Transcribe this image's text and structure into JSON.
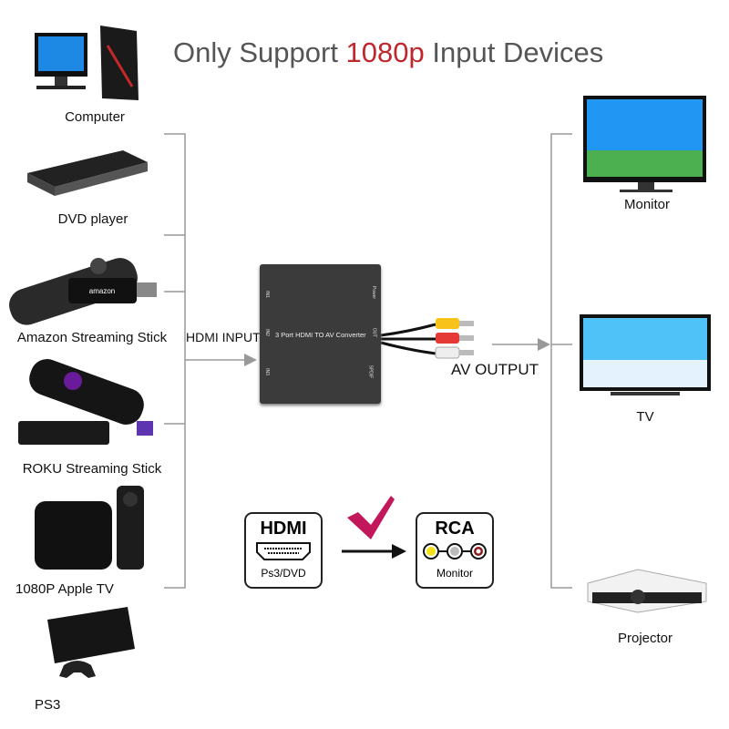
{
  "title": {
    "prefix": "Only Support ",
    "highlight": "1080p",
    "suffix": " Input Devices"
  },
  "colors": {
    "highlight": "#c0272d",
    "bracket": "#999999",
    "box": "#3b3b3b"
  },
  "inputs": [
    {
      "label": "Computer",
      "icon": "computer-icon"
    },
    {
      "label": "DVD player",
      "icon": "dvd-player-icon"
    },
    {
      "label": "Amazon Streaming Stick",
      "icon": "amazon-stick-icon"
    },
    {
      "label": "ROKU Streaming Stick",
      "icon": "roku-stick-icon"
    },
    {
      "label": "1080P Apple TV",
      "icon": "apple-tv-icon"
    },
    {
      "label": "PS3",
      "icon": "ps3-icon"
    }
  ],
  "hdmi_input_label": "HDMI INPUT",
  "converter": {
    "name": "3 Port HDMI TO AV Converter",
    "port1": "IN1",
    "port2": "IN2",
    "port3": "IN3",
    "power": "Power",
    "out": "OUT",
    "spdif": "SPDIF"
  },
  "av_output_label": "AV OUTPUT",
  "outputs": [
    {
      "label": "Monitor",
      "icon": "monitor-icon"
    },
    {
      "label": "TV",
      "icon": "tv-icon"
    },
    {
      "label": "Projector",
      "icon": "projector-icon"
    }
  ],
  "bottom": {
    "hdmi_title": "HDMI",
    "hdmi_sub": "Ps3/DVD",
    "rca_title": "RCA",
    "rca_sub": "Monitor"
  }
}
